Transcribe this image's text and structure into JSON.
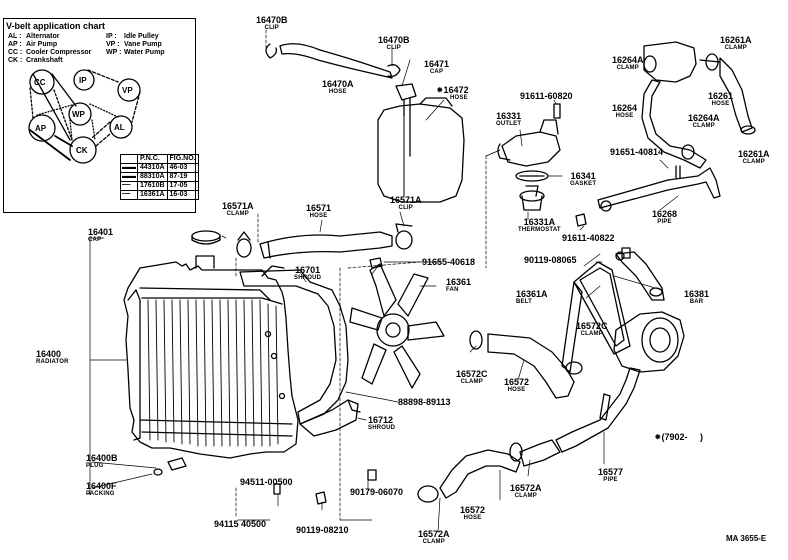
{
  "chart": {
    "title": "V-belt application chart",
    "legend": [
      {
        "code": "AL :",
        "name": "Alternator"
      },
      {
        "code": "AP :",
        "name": "Air Pump"
      },
      {
        "code": "CC :",
        "name": "Cooler Compressor"
      },
      {
        "code": "CK :",
        "name": "Crankshaft"
      },
      {
        "code": "IP :",
        "name": "Idle Pulley"
      },
      {
        "code": "VP :",
        "name": "Vane Pump"
      },
      {
        "code": "WP :",
        "name": "Water Pump"
      }
    ],
    "pulleys": [
      "CC",
      "IP",
      "VP",
      "WP",
      "AP",
      "AL",
      "CK"
    ],
    "table_headers": [
      "P.N.C.",
      "FIG.NO."
    ],
    "rows": [
      {
        "pnc": "44310A",
        "fig": "46-03"
      },
      {
        "pnc": "88310A",
        "fig": "87-19"
      },
      {
        "pnc": "17610B",
        "fig": "17-05"
      },
      {
        "pnc": "16361A",
        "fig": "16-03"
      }
    ]
  },
  "parts": {
    "p16470B_top": {
      "pn": "16470B",
      "nm": "CLIP"
    },
    "p16470B_2": {
      "pn": "16470B",
      "nm": "CLIP"
    },
    "p16470A": {
      "pn": "16470A",
      "nm": "HOSE"
    },
    "p16471": {
      "pn": "16471",
      "nm": "CAP"
    },
    "p16472": {
      "pn": "16472",
      "nm": "HOSE",
      "prefix": "⁕"
    },
    "p91611_60820": {
      "pn": "91611-60820",
      "nm": ""
    },
    "p16331": {
      "pn": "16331",
      "nm": "OUTLET"
    },
    "p16341": {
      "pn": "16341",
      "nm": "GASKET"
    },
    "p16331A": {
      "pn": "16331A",
      "nm": "THERMOSTAT"
    },
    "p91611_40822": {
      "pn": "91611-40822",
      "nm": ""
    },
    "p16264A_left": {
      "pn": "16264A",
      "nm": "CLAMP"
    },
    "p16261A_top": {
      "pn": "16261A",
      "nm": "CLAMP"
    },
    "p16261": {
      "pn": "16261",
      "nm": "HOSE"
    },
    "p16264": {
      "pn": "16264",
      "nm": "HOSE"
    },
    "p16264A_mid": {
      "pn": "16264A",
      "nm": "CLAMP"
    },
    "p16261A_right": {
      "pn": "16261A",
      "nm": "CLAMP"
    },
    "p91651_40814": {
      "pn": "91651-40814",
      "nm": ""
    },
    "p16268": {
      "pn": "16268",
      "nm": "PIPE"
    },
    "p16571A_left": {
      "pn": "16571A",
      "nm": "CLAMP"
    },
    "p16571": {
      "pn": "16571",
      "nm": "HOSE"
    },
    "p16571A_clip": {
      "pn": "16571A",
      "nm": "CLIP"
    },
    "p16401": {
      "pn": "16401",
      "nm": "CAP"
    },
    "p16701": {
      "pn": "16701",
      "nm": "SHROUD"
    },
    "p91655_40618": {
      "pn": "91655-40618",
      "nm": ""
    },
    "p16361": {
      "pn": "16361",
      "nm": "FAN"
    },
    "p90119_08065": {
      "pn": "90119-08065",
      "nm": ""
    },
    "p16361A": {
      "pn": "16361A",
      "nm": "BELT"
    },
    "p16381": {
      "pn": "16381",
      "nm": "BAR"
    },
    "p16572C_right": {
      "pn": "16572C",
      "nm": "CLAMP"
    },
    "p16572C_left": {
      "pn": "16572C",
      "nm": "CLAMP"
    },
    "p16572_mid": {
      "pn": "16572",
      "nm": "HOSE"
    },
    "p16400": {
      "pn": "16400",
      "nm": "RADIATOR"
    },
    "p88898_89113": {
      "pn": "88898-89113",
      "nm": ""
    },
    "p16712": {
      "pn": "16712",
      "nm": "SHROUD"
    },
    "p16400B": {
      "pn": "16400B",
      "nm": "PLUG"
    },
    "p16400F": {
      "pn": "16400F",
      "nm": "PACKING"
    },
    "p94511_00500": {
      "pn": "94511-00500",
      "nm": ""
    },
    "p90179_06070": {
      "pn": "90179-06070",
      "nm": ""
    },
    "p94115_40500": {
      "pn": "94115 40500",
      "nm": ""
    },
    "p90119_08210": {
      "pn": "90119-08210",
      "nm": ""
    },
    "p16572_bottom": {
      "pn": "16572",
      "nm": "HOSE"
    },
    "p16572A_bottom": {
      "pn": "16572A",
      "nm": "CLAMP"
    },
    "p16572A_right": {
      "pn": "16572A",
      "nm": "CLAMP"
    },
    "p16577": {
      "pn": "16577",
      "nm": "PIPE"
    }
  },
  "note": "⁕(7902-     )",
  "ref": "MA  3655-E"
}
